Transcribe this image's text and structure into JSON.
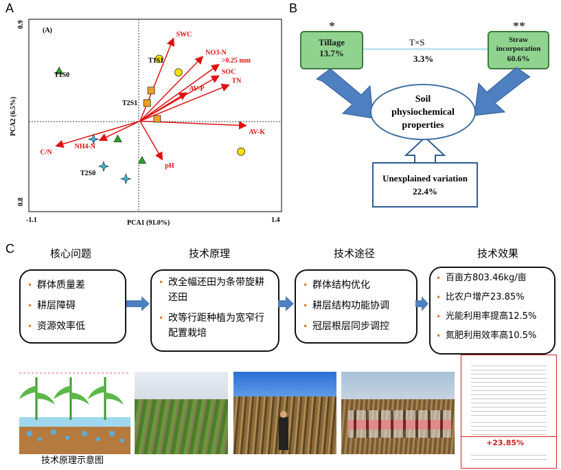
{
  "panels": {
    "a": "A",
    "b": "B",
    "c": "C"
  },
  "chart_data": {
    "type": "scatter",
    "panel_tag": "(A)",
    "xlabel": "PCA1 (91.0%)",
    "ylabel": "PCA2 (6.5%)",
    "xlim": [
      -1.1,
      1.4
    ],
    "ylim": [
      -0.8,
      0.9
    ],
    "x_ticks": [
      "-1.1",
      "1.4"
    ],
    "y_ticks": [
      "0.9",
      "0.8"
    ],
    "vectors": [
      {
        "label": "SWC",
        "x": 0.33,
        "y": 0.73
      },
      {
        "label": "NO3-N",
        "x": 0.62,
        "y": 0.57
      },
      {
        "label": ">0.25 mm",
        "x": 0.78,
        "y": 0.5
      },
      {
        "label": "SOC",
        "x": 0.78,
        "y": 0.4
      },
      {
        "label": "TN",
        "x": 0.88,
        "y": 0.32
      },
      {
        "label": "AV-P",
        "x": 0.46,
        "y": 0.25
      },
      {
        "label": "AV-K",
        "x": 1.05,
        "y": -0.04
      },
      {
        "label": "pH",
        "x": 0.22,
        "y": -0.34
      },
      {
        "label": "NH4-N",
        "x": -0.4,
        "y": -0.17
      },
      {
        "label": "C/N",
        "x": -0.83,
        "y": -0.22
      }
    ],
    "series": [
      {
        "marker": "triangle",
        "color": "#22aa22",
        "points": [
          [
            -0.8,
            0.44
          ],
          [
            -0.22,
            -0.16
          ],
          [
            0.02,
            -0.35
          ]
        ]
      },
      {
        "marker": "circle",
        "color": "#f5e000",
        "points": [
          [
            0.19,
            0.55
          ],
          [
            0.38,
            0.43
          ],
          [
            1.0,
            -0.27
          ]
        ]
      },
      {
        "marker": "square",
        "color": "#f0a020",
        "points": [
          [
            0.11,
            0.27
          ],
          [
            0.07,
            0.16
          ],
          [
            0.17,
            0.02
          ]
        ]
      },
      {
        "marker": "star",
        "color": "#33bbdd",
        "points": [
          [
            -0.46,
            -0.16
          ],
          [
            -0.36,
            -0.4
          ],
          [
            -0.14,
            -0.51
          ]
        ]
      }
    ],
    "point_labels": [
      "T1S0",
      "T1S1",
      "T2S1",
      "T2S0"
    ]
  },
  "diagram_b": {
    "tillage_name": "Tillage",
    "tillage_pct": "13.7%",
    "tillage_sig": "*",
    "straw_name_1": "Straw",
    "straw_name_2": "incorporation",
    "straw_pct": "60.6%",
    "straw_sig": "**",
    "interaction_name": "T×S",
    "interaction_pct": "3.3%",
    "center_line1": "Soil",
    "center_line2": "physiochemical",
    "center_line3": "properties",
    "unexplained_label": "Unexplained variation",
    "unexplained_pct": "22.4%"
  },
  "flow_c": {
    "columns": [
      {
        "heading": "核心问题",
        "items": [
          "群体质量差",
          "耕层障碍",
          "资源效率低"
        ]
      },
      {
        "heading": "技术原理",
        "items": [
          "改全幅还田为条带旋耕还田",
          "改等行距种植为宽窄行配置栽培"
        ]
      },
      {
        "heading": "技术途径",
        "items": [
          "群体结构优化",
          "耕层结构功能协调",
          "冠层根层同步调控"
        ]
      },
      {
        "heading": "技术效果",
        "items": [
          "百亩方803.46kg/亩",
          "比农户增产23.85%",
          "光能利用率提高12.5%",
          "氮肥利用效率高10.5%"
        ]
      }
    ]
  },
  "photos": {
    "schematic_caption": "技术原理示意图",
    "document_highlight": "+23.85%"
  }
}
